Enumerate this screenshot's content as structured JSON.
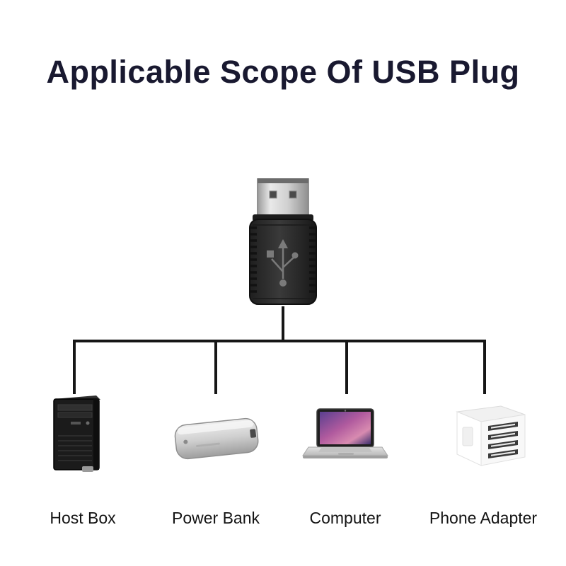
{
  "title": "Applicable Scope Of USB Plug",
  "plug": {
    "icon": "usb-plug-icon",
    "description": "USB male plug adapter"
  },
  "devices": [
    {
      "id": "host-box",
      "icon": "host-box-icon",
      "label": "Host Box"
    },
    {
      "id": "power-bank",
      "icon": "power-bank-icon",
      "label": "Power Bank"
    },
    {
      "id": "computer",
      "icon": "computer-icon",
      "label": "Computer"
    },
    {
      "id": "phone-adapter",
      "icon": "phone-adapter-icon",
      "label": "Phone Adapter"
    }
  ],
  "colors": {
    "background": "#ffffff",
    "title_text": "#191930",
    "connector_line": "#161616",
    "label_text": "#141414"
  }
}
